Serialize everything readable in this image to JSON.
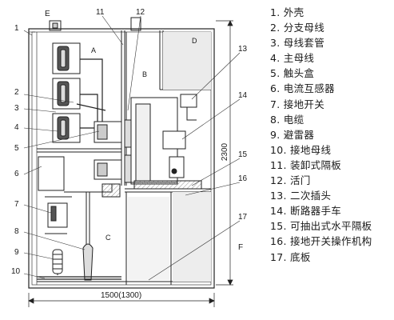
{
  "legend": [
    "1. 外壳",
    "2. 分支母线",
    "3. 母线套管",
    "4. 主母线",
    "5. 触头盒",
    "6. 电流互感器",
    "7. 接地开关",
    "8. 电缆",
    "9. 避雷器",
    "10. 接地母线",
    "11. 装卸式隔板",
    "12. 活门",
    "13. 二次插头",
    "14. 断路器手车",
    "15. 可抽出式水平隔板",
    "16. 接地开关操作机构",
    "17. 底板"
  ],
  "callouts": {
    "top": [
      "E",
      "11",
      "12"
    ],
    "left": [
      "1",
      "2",
      "3",
      "4",
      "5",
      "6",
      "7",
      "8",
      "9",
      "10"
    ],
    "right": [
      "13",
      "14",
      "15",
      "16",
      "17",
      "F"
    ],
    "compartments": [
      "A",
      "B",
      "C",
      "D"
    ]
  },
  "dimensions": {
    "width": "1500(1300)",
    "height": "2300"
  },
  "colors": {
    "line": "#222222",
    "shade": "#e4e4e4",
    "dark": "#555555"
  }
}
